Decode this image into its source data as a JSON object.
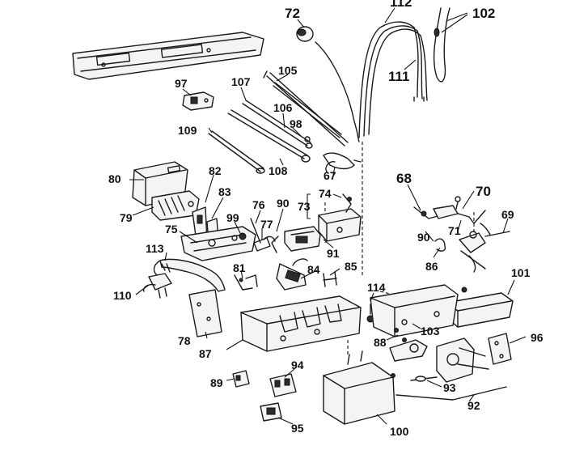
{
  "callouts": {
    "c72": "72",
    "c112": "112",
    "c102": "102",
    "c111": "111",
    "c97": "97",
    "c107": "107",
    "c105": "105",
    "c106": "106",
    "c98": "98",
    "c109": "109",
    "c108": "108",
    "c67": "67",
    "c80": "80",
    "c82": "82",
    "c83": "83",
    "c79": "79",
    "c76": "76",
    "c90a": "90",
    "c73": "73",
    "c74": "74",
    "c99": "99",
    "c77": "77",
    "c75": "75",
    "c91": "91",
    "c68": "68",
    "c70": "70",
    "c69": "69",
    "c90b": "90",
    "c71": "71",
    "c86": "86",
    "c113": "113",
    "c81": "81",
    "c84": "84",
    "c85": "85",
    "c110": "110",
    "c101": "101",
    "c114": "114",
    "c78": "78",
    "c87": "87",
    "c88": "88",
    "c103": "103",
    "c96": "96",
    "c89": "89",
    "c94": "94",
    "c93": "93",
    "c92": "92",
    "c95": "95",
    "c100": "100"
  }
}
